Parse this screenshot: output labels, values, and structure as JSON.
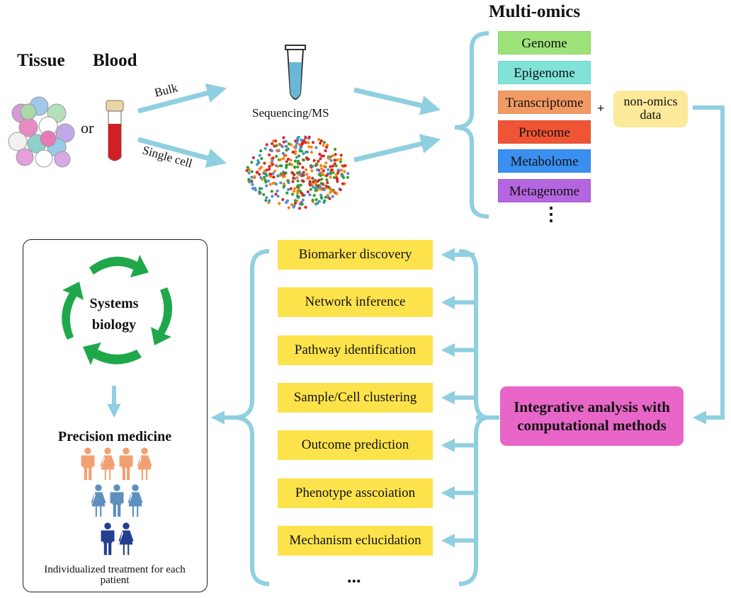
{
  "sources": {
    "tissue": "Tissue",
    "blood": "Blood",
    "or": "or",
    "bulk": "Bulk",
    "single_cell": "Single cell",
    "sequencing": "Sequencing/MS"
  },
  "multi_omics": {
    "title": "Multi-omics",
    "items": [
      {
        "label": "Genome",
        "color": "#9de37a"
      },
      {
        "label": "Epigenome",
        "color": "#7fe3d8"
      },
      {
        "label": "Transcriptome",
        "color": "#f29a63"
      },
      {
        "label": "Proteome",
        "color": "#ef5535"
      },
      {
        "label": "Metabolome",
        "color": "#3a8ff0"
      },
      {
        "label": "Metagenome",
        "color": "#b565e0"
      }
    ],
    "ellipsis": "⋮",
    "plus": "+",
    "non_omics": "non-omics data"
  },
  "integrative": "Integrative analysis with computational methods",
  "methods": {
    "items": [
      "Biomarker discovery",
      "Network inference",
      "Pathway identification",
      "Sample/Cell clustering",
      "Outcome prediction",
      "Phenotype asscoiation",
      "Mechanism eclucidation"
    ],
    "ellipsis": "..."
  },
  "panel": {
    "systems_biology": "Systems biology",
    "precision_medicine": "Precision medicine",
    "individualized": "Individualized treatment for each patient"
  },
  "colors": {
    "arrow": "#8fcfe0",
    "cycle": "#1fa84a",
    "person_orange": "#f2a072",
    "person_blue": "#5d8fbf",
    "person_navy": "#243f8f"
  }
}
